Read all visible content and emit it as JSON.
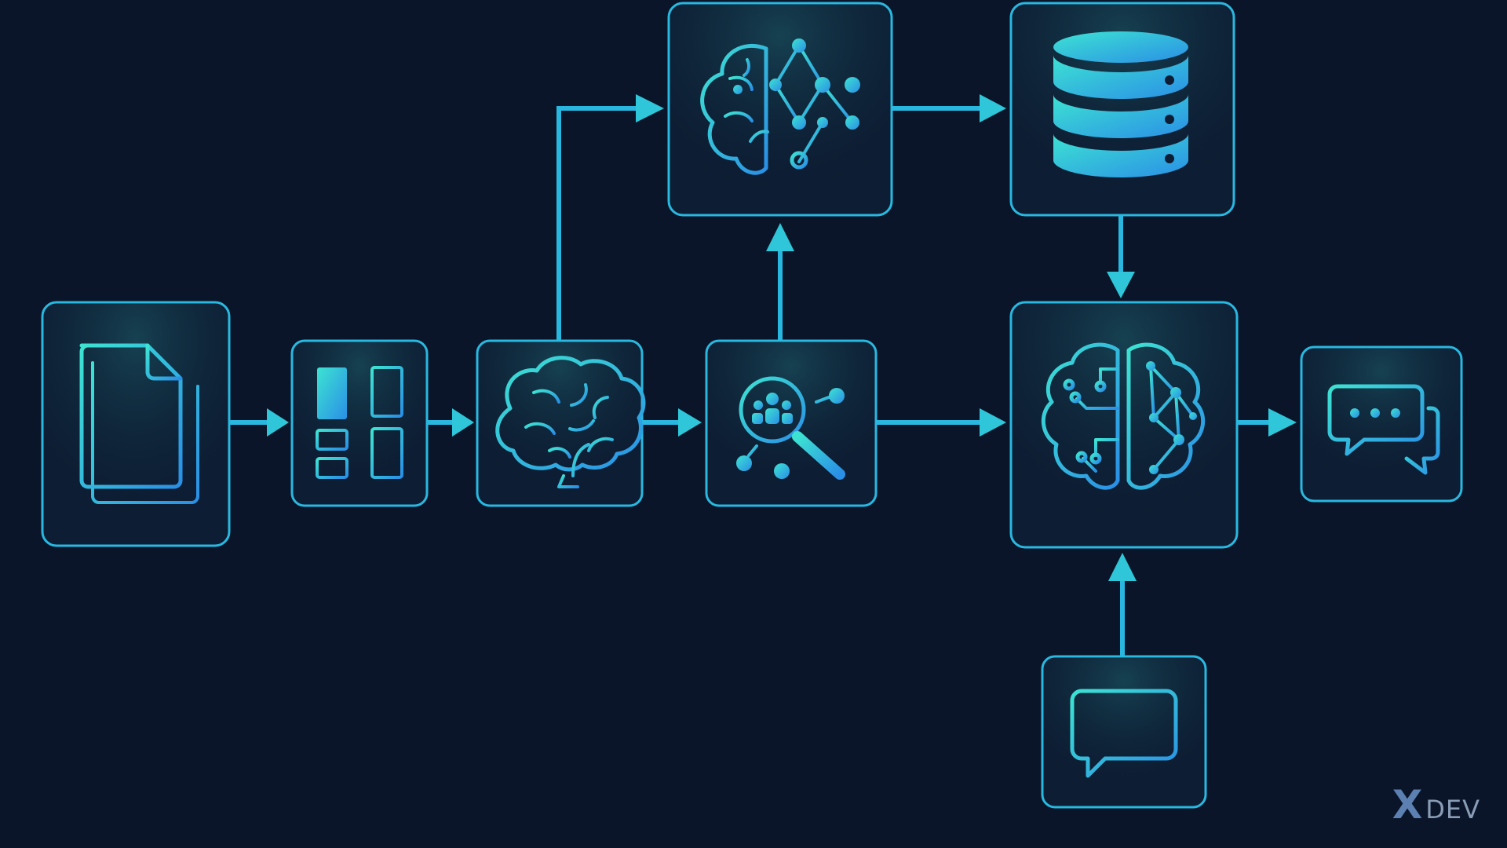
{
  "colors": {
    "background": "#0b1529",
    "box_border": "#29b8e0",
    "accent_cyan": "#35e0d0",
    "accent_blue": "#2a8fe6"
  },
  "nodes": [
    {
      "id": "documents",
      "icon": "documents-icon"
    },
    {
      "id": "chunking",
      "icon": "chunk-blocks-icon"
    },
    {
      "id": "embedding",
      "icon": "brain-icon"
    },
    {
      "id": "retrieval",
      "icon": "search-people-icon"
    },
    {
      "id": "neural-model",
      "icon": "brain-network-icon"
    },
    {
      "id": "vector-database",
      "icon": "database-icon"
    },
    {
      "id": "llm",
      "icon": "circuit-brain-icon"
    },
    {
      "id": "response",
      "icon": "chat-bubbles-icon"
    },
    {
      "id": "query",
      "icon": "message-icon"
    }
  ],
  "edges": [
    {
      "from": "documents",
      "to": "chunking"
    },
    {
      "from": "chunking",
      "to": "embedding"
    },
    {
      "from": "embedding",
      "to": "retrieval"
    },
    {
      "from": "embedding",
      "to": "neural-model"
    },
    {
      "from": "retrieval",
      "to": "neural-model"
    },
    {
      "from": "neural-model",
      "to": "vector-database"
    },
    {
      "from": "vector-database",
      "to": "llm"
    },
    {
      "from": "retrieval",
      "to": "llm"
    },
    {
      "from": "query",
      "to": "llm"
    },
    {
      "from": "llm",
      "to": "response"
    }
  ],
  "watermark": {
    "mark": "X",
    "text": "DEV"
  }
}
